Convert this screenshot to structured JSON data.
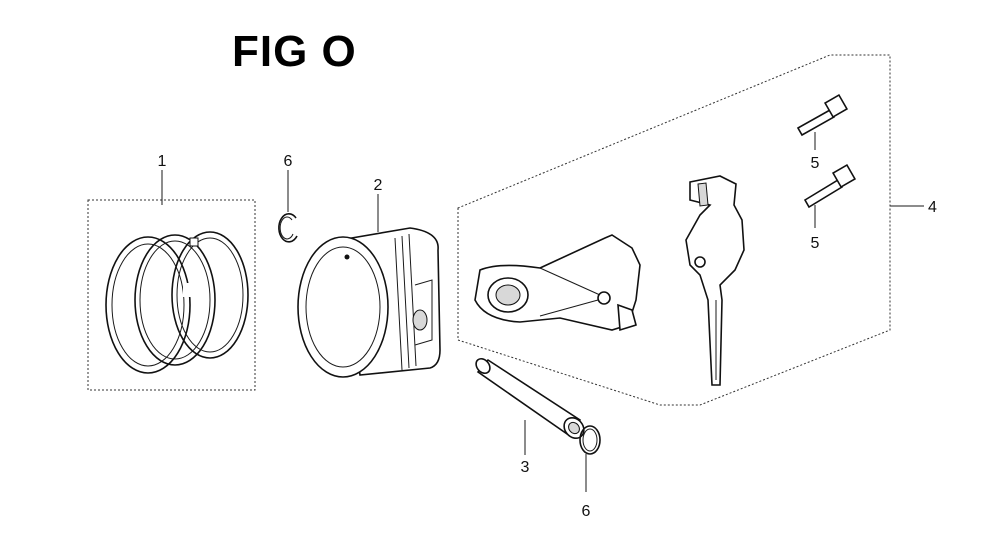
{
  "figure": {
    "title": "FIG O"
  },
  "callouts": {
    "piston_ring_set": "1",
    "piston": "2",
    "piston_pin": "3",
    "connecting_rod_assembly": "4",
    "rod_bolt_upper": "5",
    "rod_bolt_lower": "5",
    "pin_clip_upper": "6",
    "pin_clip_lower": "6"
  },
  "colors": {
    "ink": "#111111",
    "background": "#ffffff"
  }
}
